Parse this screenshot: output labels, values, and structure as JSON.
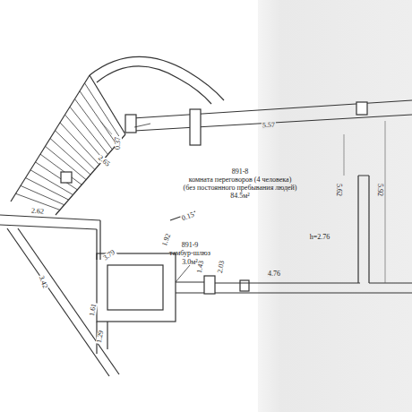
{
  "diagram": {
    "nodes": [
      {
        "text": [
          "891-8",
          "комната переговоров (4 человека)",
          "(без постоянного пребывания людей)",
          "84.5м²"
        ]
      },
      {
        "text": [
          "891-9",
          "тамбур-шлюз",
          "3.0м²"
        ]
      }
    ],
    "labels": [
      "5.57",
      "0.37",
      "2.65",
      "2.62",
      "0.15",
      "5.62",
      "5.92",
      "h=2.76",
      "3.79",
      "1.92",
      "1.43",
      "2.03",
      "4.76",
      "3.42",
      "1.61",
      "1.29"
    ]
  }
}
